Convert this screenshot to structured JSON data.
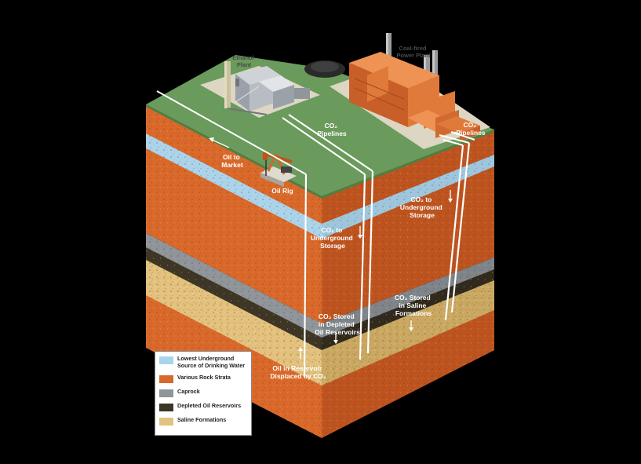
{
  "facilities": {
    "ethanol_plant": [
      "Ethanol",
      "Plant"
    ],
    "power_plant": [
      "Coal-fired",
      "Power Plant"
    ],
    "oil_rig": "Oil Rig"
  },
  "labels": {
    "oil_to_market": [
      "Oil to",
      "Market"
    ],
    "co2_pipelines_left": [
      "CO₂",
      "Pipelines"
    ],
    "co2_pipelines_right": [
      "CO₂",
      "Pipelines"
    ],
    "co2_storage_center": [
      "CO₂ to",
      "Underground",
      "Storage"
    ],
    "co2_storage_right": [
      "CO₂ to",
      "Underground",
      "Storage"
    ],
    "co2_saline": [
      "CO₂ Stored",
      "in Saline",
      "Formations"
    ],
    "co2_depleted": [
      "CO₂ Stored",
      "in Depleted",
      "Oil Reservoirs"
    ],
    "oil_displaced": [
      "Oil in Reservoir",
      "Displaced by CO₂"
    ]
  },
  "legend": [
    {
      "label": "Lowest Underground Source of Drinking Water",
      "color": "#a9d4ec",
      "icon": "water-swatch"
    },
    {
      "label": "Various Rock Strata",
      "color": "#d9692a",
      "icon": "rock-swatch"
    },
    {
      "label": "Caprock",
      "color": "#8e959b",
      "icon": "caprock-swatch"
    },
    {
      "label": "Depleted Oil Reservoirs",
      "color": "#3c3626",
      "icon": "oil-reservoir-swatch"
    },
    {
      "label": "Saline Formations",
      "color": "#e2c27e",
      "icon": "saline-swatch"
    }
  ],
  "colors": {
    "grass": "#6a9a5c",
    "rock_front": "#d9692a",
    "rock_side": "#bd5420",
    "water": "#a9d4ec",
    "caprock": "#8e959b",
    "oil": "#3c3626",
    "saline_front": "#e2c27e",
    "saline_side": "#c9a862",
    "brick": "#e07a3a",
    "pipe": "#ffffff"
  }
}
